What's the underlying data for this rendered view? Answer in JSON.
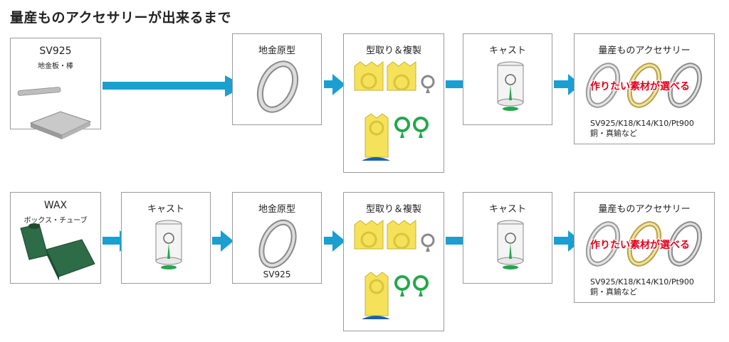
{
  "title": "量産ものアクセサリーが出来るまで",
  "row1": {
    "source": {
      "label": "SV925",
      "sub": "地金板・棒"
    },
    "master": {
      "label": "地金原型"
    },
    "mold": {
      "label": "型取り＆複製"
    },
    "cast": {
      "label": "キャスト"
    },
    "result": {
      "label": "量産ものアクセサリー",
      "highlight": "作りたい素材が選べる",
      "materials_line1": "SV925/K18/K14/K10/Pt900",
      "materials_line2": "銅・真鍮など"
    }
  },
  "row2": {
    "source": {
      "label": "WAX",
      "sub": "ボックス・チューブ"
    },
    "cast": {
      "label": "キャスト"
    },
    "master": {
      "label": "地金原型",
      "sub": "SV925"
    },
    "mold": {
      "label": "型取り＆複製"
    },
    "cast2": {
      "label": "キャスト"
    },
    "result": {
      "label": "量産ものアクセサリー",
      "highlight": "作りたい素材が選べる",
      "materials_line1": "SV925/K18/K14/K10/Pt900",
      "materials_line2": "銅・真鍮など"
    }
  },
  "colors": {
    "arrow": "#1a9fd0",
    "mold": "#f5e25a",
    "wax": "#2e6b47",
    "green": "#22a84a",
    "gold": "#d9c46a",
    "red": "#e0001b"
  }
}
